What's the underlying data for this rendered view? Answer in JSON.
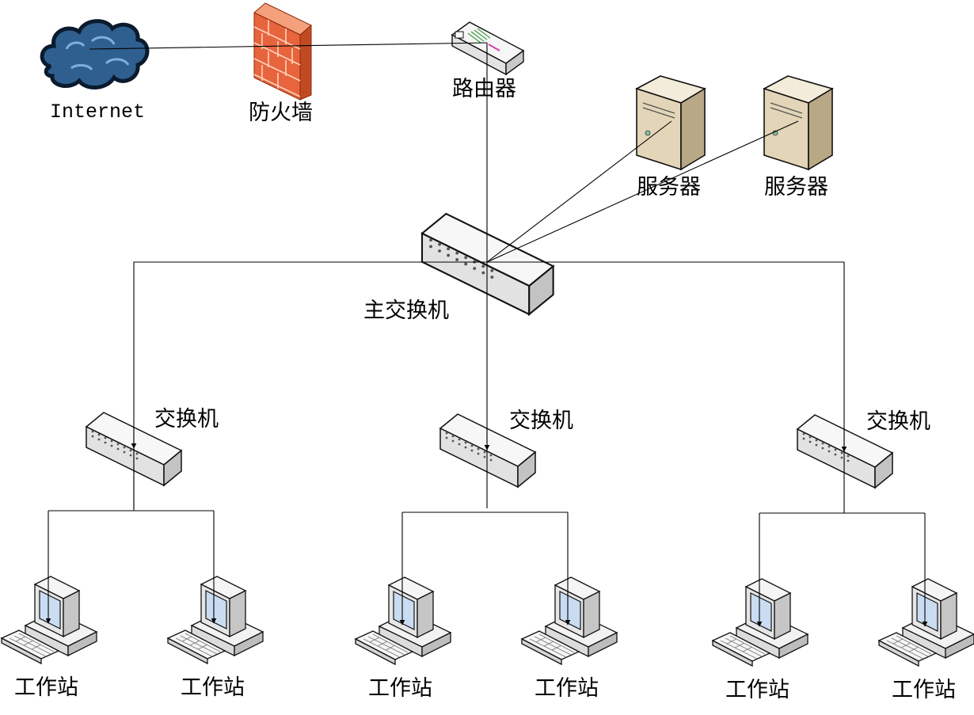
{
  "labels": {
    "internet": "Internet",
    "firewall": "防火墙",
    "router": "路由器",
    "server_1": "服务器",
    "server_2": "服务器",
    "main_switch": "主交换机",
    "switch_left": "交换机",
    "switch_center": "交换机",
    "switch_right": "交换机",
    "workstations": [
      "工作站",
      "工作站",
      "工作站",
      "工作站",
      "工作站",
      "工作站"
    ]
  },
  "icons": {
    "internet": "cloud-icon",
    "firewall": "firewall-icon",
    "router": "router-icon",
    "server": "server-icon",
    "switch": "switch-icon",
    "workstation": "workstation-icon"
  },
  "colors": {
    "cloud": "#2f5f8f",
    "firewall": "#e8643c",
    "server": "#e3d6b8",
    "device": "#eeeeee",
    "line": "#000000"
  }
}
